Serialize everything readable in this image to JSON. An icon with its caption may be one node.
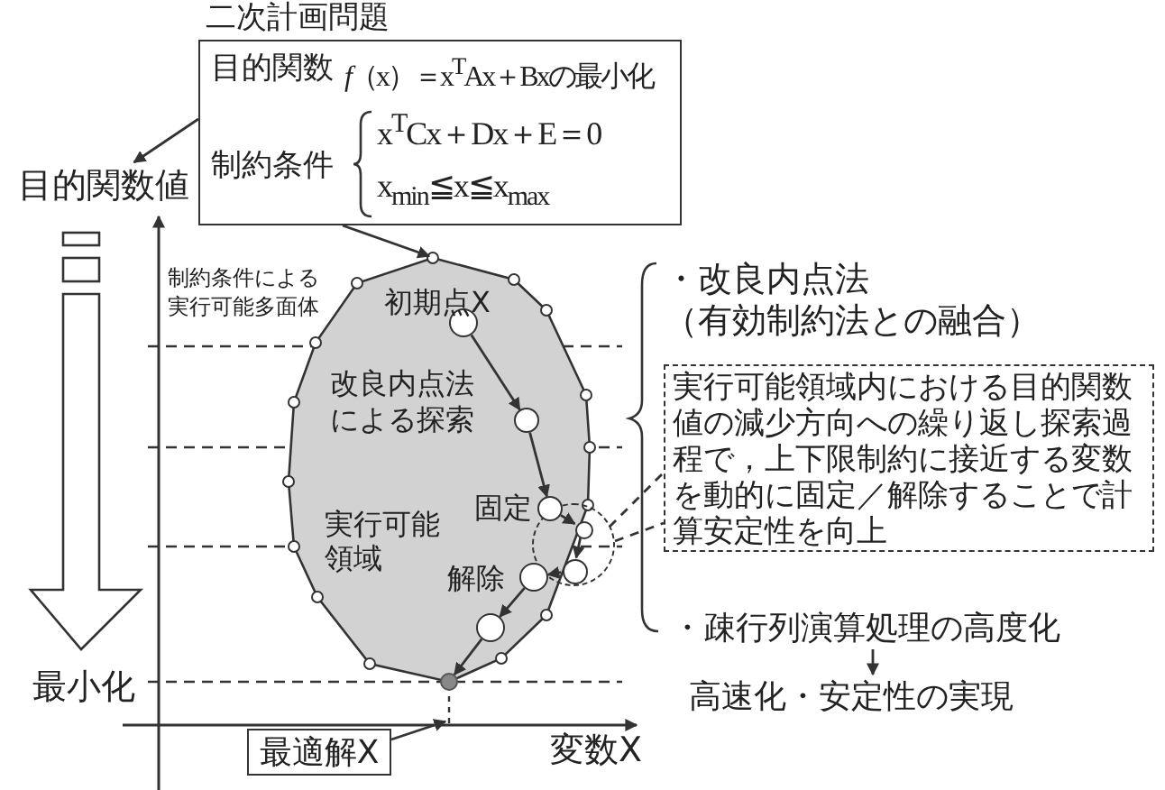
{
  "diagram": {
    "nodes": [
      {
        "text": [
          "二次計画問題",
          "目的関数",
          "*f*（x）＝x$^{T}$Ax＋Bxの最小化",
          "制約条件",
          "x$^{T}$Cx＋Dx＋E＝0",
          "x$_{min}$≦x≦x$_{max}$"
        ]
      },
      {
        "text": [
          "目的関数値"
        ]
      },
      {
        "text": [
          "実行可能領域"
        ]
      },
      {
        "text": [],
        "shape": "circle",
        "in": 2,
        "beside": [
          "初期点X"
        ]
      },
      {
        "text": [],
        "shape": "circle",
        "in": 2
      },
      {
        "text": [],
        "shape": "circle",
        "in": 2,
        "beside": [
          "固定"
        ]
      },
      {
        "text": [],
        "shape": "circle",
        "in": 11
      },
      {
        "text": [],
        "shape": "circle",
        "in": 11
      },
      {
        "text": [],
        "shape": "circle",
        "in": 2,
        "beside": [
          "解除"
        ]
      },
      {
        "text": [],
        "shape": "circle",
        "in": 2
      },
      {
        "text": [],
        "shape": "circle"
      },
      {
        "text": [],
        "shape": "circle"
      },
      {
        "text": [
          "実行可能領域内における目的関数値の減少方向への繰り返し探索過程で，上下限制約に接近する変数を動的に固定／解除することで計算安定性を向上"
        ]
      },
      {
        "text": [
          "・疎行列演算処理の高度化"
        ]
      },
      {
        "text": [
          "高速化・安定性の実現"
        ]
      },
      {
        "text": [
          "最適解X"
        ]
      }
    ],
    "edges": [
      {
        "from": 0,
        "to": 1,
        "arrow": "to"
      },
      {
        "from": 0,
        "to": 2,
        "arrow": "to"
      },
      {
        "from": 3,
        "to": 4,
        "arrow": "to"
      },
      {
        "from": 4,
        "to": 5,
        "arrow": "to"
      },
      {
        "from": 5,
        "to": 6,
        "arrow": "to"
      },
      {
        "from": 6,
        "to": 7,
        "arrow": "to"
      },
      {
        "from": 7,
        "to": 8,
        "arrow": "to"
      },
      {
        "from": 8,
        "to": 9,
        "arrow": "to"
      },
      {
        "from": 9,
        "to": 10,
        "arrow": "to"
      },
      {
        "from": 11,
        "to": 12,
        "arrow": "none",
        "style": "dashed"
      },
      {
        "from": 11,
        "to": 12,
        "arrow": "none",
        "style": "dashed"
      },
      {
        "from": 13,
        "to": 14,
        "arrow": "to"
      },
      {
        "from": 15,
        "to": 10,
        "arrow": "to"
      }
    ],
    "labels": [
      "制約条件による実行可能多面体",
      "改良内点法による探索",
      "・改良内点法（有効制約法との融合）",
      "最小化",
      "変数X"
    ]
  }
}
